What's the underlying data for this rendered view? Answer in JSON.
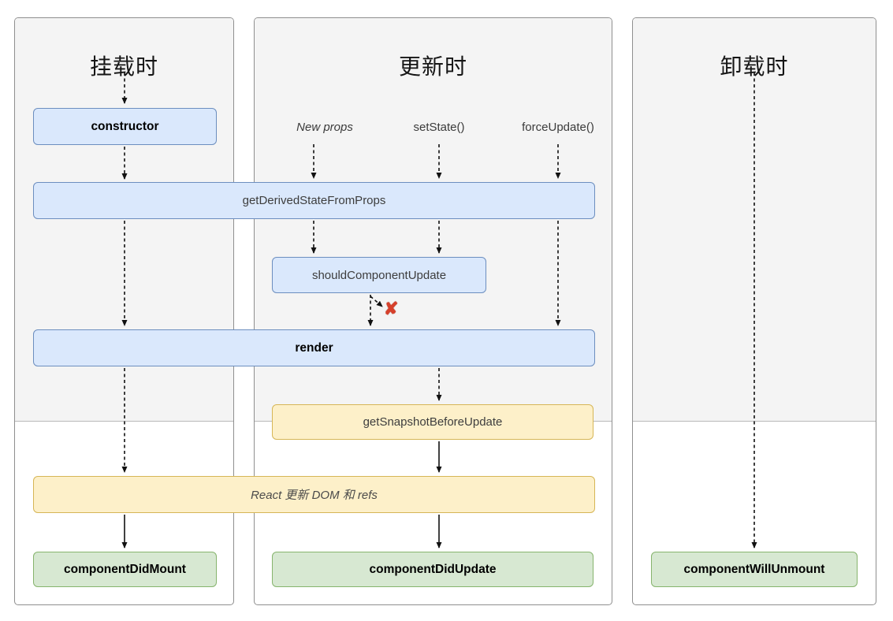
{
  "columns": {
    "mounting": {
      "title": "挂载时"
    },
    "updating": {
      "title": "更新时"
    },
    "unmounting": {
      "title": "卸载时"
    }
  },
  "triggers": {
    "new_props": {
      "label": "New props"
    },
    "set_state": {
      "label": "setState()"
    },
    "force_update": {
      "label": "forceUpdate()"
    }
  },
  "nodes": {
    "constructor": {
      "label": "constructor"
    },
    "get_derived": {
      "label": "getDerivedStateFromProps"
    },
    "should_update": {
      "label": "shouldComponentUpdate"
    },
    "render": {
      "label": "render"
    },
    "get_snapshot": {
      "label": "getSnapshotBeforeUpdate"
    },
    "react_update": {
      "label": "React 更新 DOM 和 refs"
    },
    "did_mount": {
      "label": "componentDidMount"
    },
    "did_update": {
      "label": "componentDidUpdate"
    },
    "will_unmount": {
      "label": "componentWillUnmount"
    }
  },
  "icons": {
    "cancel_x": "✘"
  },
  "colors": {
    "node_blue_fill": "#dae8fc",
    "node_blue_border": "#6c8ebf",
    "node_yellow_fill": "#fdf0c9",
    "node_yellow_border": "#d6b656",
    "node_green_fill": "#d7e8d2",
    "node_green_border": "#86b46d",
    "panel_fill_top": "#f4f4f4",
    "panel_border": "#8f8f8f",
    "cancel_x": "#d6402b",
    "arrow": "#111111"
  }
}
